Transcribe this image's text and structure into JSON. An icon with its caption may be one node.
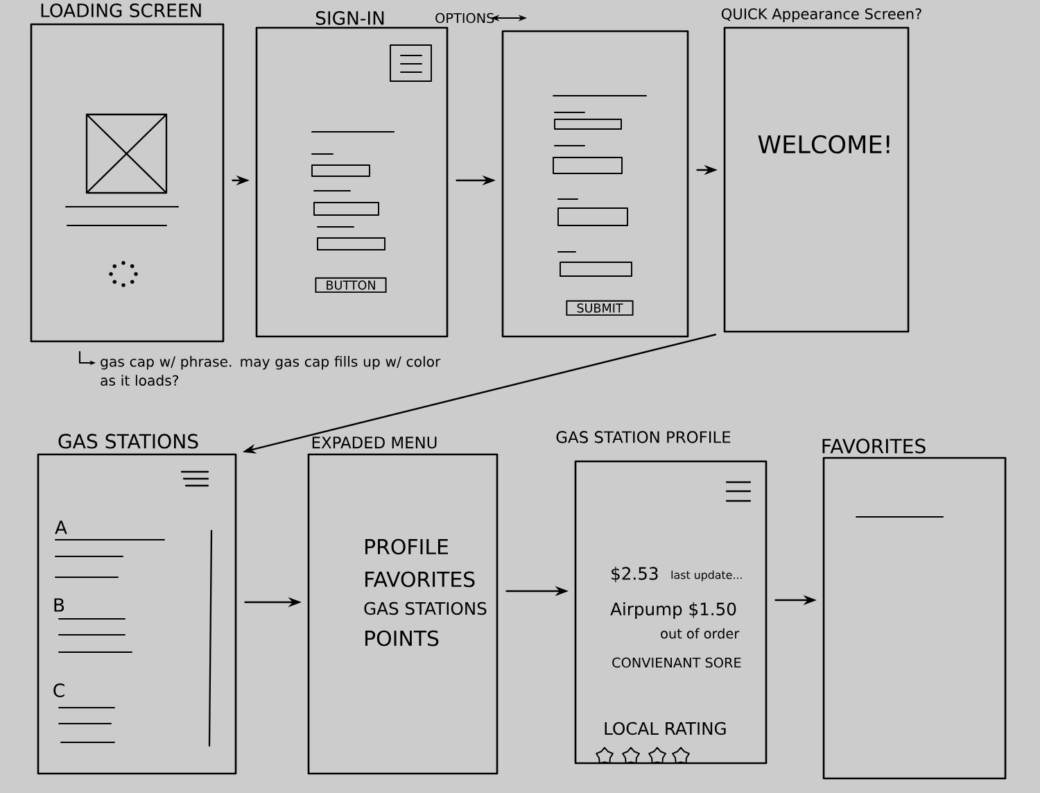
{
  "diagram": {
    "nodes": [
      {
        "text": [
          "LOADING SCREEN"
        ],
        "beside": [
          "gas cap w/ phrase. may gas cap fills up w/ color as it loads?"
        ]
      },
      {
        "text": [
          "SIGN-IN",
          "BUTTON"
        ]
      },
      {
        "text": [
          "SUBMIT"
        ]
      },
      {
        "text": [
          "QUICK Appearance Screen?",
          "WELCOME!"
        ]
      },
      {
        "text": [
          "GAS STATIONS",
          "A",
          "B",
          "C"
        ]
      },
      {
        "text": [
          "EXPADED MENU",
          "PROFILE",
          "FAVORITES",
          "GAS STATIONS",
          "POINTS"
        ]
      },
      {
        "text": [
          "GAS STATION PROFILE",
          "$2.53",
          "last update...",
          "Airpump $1.50",
          "out of order",
          "CONVIENANT SORE",
          "LOCAL RATING"
        ]
      },
      {
        "text": [
          "FAVORITES"
        ]
      }
    ],
    "edges": [
      {
        "from": 0,
        "to": 1,
        "arrow": "to"
      },
      {
        "from": 1,
        "to": 2,
        "arrow": "to"
      },
      {
        "from": 2,
        "to": 3,
        "arrow": "to"
      },
      {
        "from": 3,
        "to": 4,
        "arrow": "to"
      },
      {
        "from": 4,
        "to": 5,
        "arrow": "to"
      },
      {
        "from": 5,
        "to": 6,
        "arrow": "to"
      },
      {
        "from": 6,
        "to": 7,
        "arrow": "to"
      }
    ],
    "labels": [
      "OPTIONS"
    ]
  }
}
